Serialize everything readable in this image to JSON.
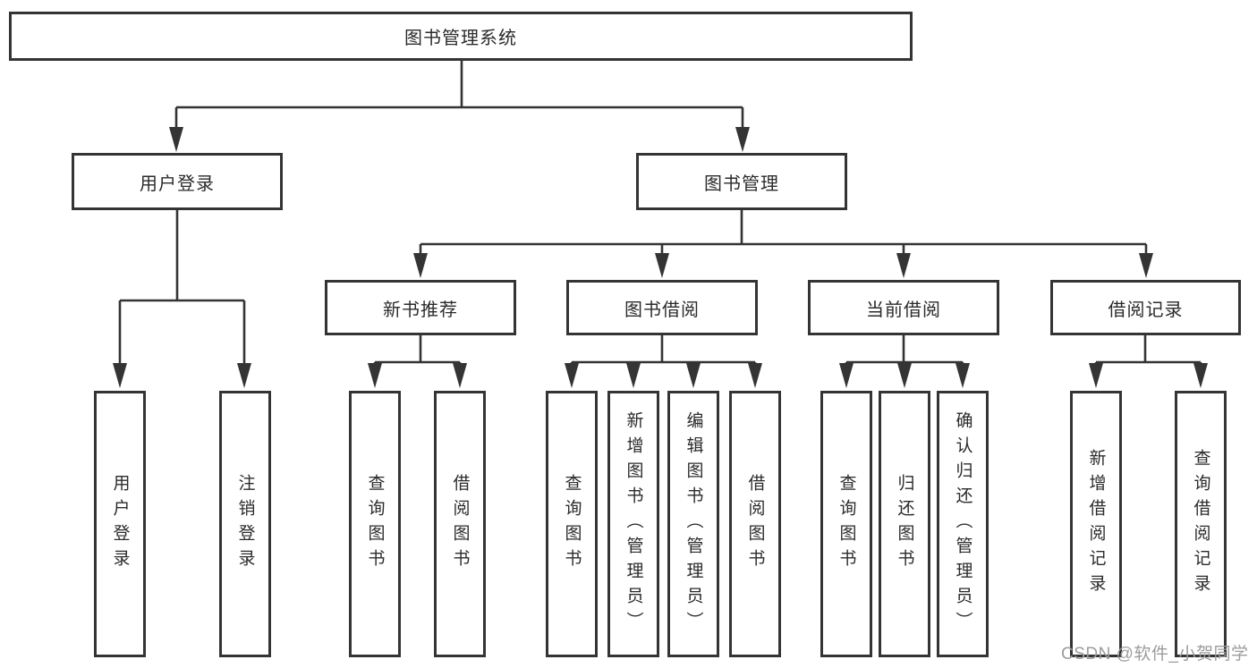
{
  "diagram": {
    "type": "hierarchy-tree",
    "title": "图书管理系统",
    "colors": {
      "line": "#343434",
      "text": "#2b2b2b",
      "box_background": "#ffffff",
      "watermark": "#9c9c9c",
      "page_background": "#ffffff"
    },
    "nodes": {
      "root": {
        "label": "图书管理系统"
      },
      "level2": [
        {
          "label": "用户登录",
          "parent": "图书管理系统"
        },
        {
          "label": "图书管理",
          "parent": "图书管理系统"
        }
      ],
      "level3": [
        {
          "label": "新书推荐",
          "parent": "图书管理"
        },
        {
          "label": "图书借阅",
          "parent": "图书管理"
        },
        {
          "label": "当前借阅",
          "parent": "图书管理"
        },
        {
          "label": "借阅记录",
          "parent": "图书管理"
        }
      ],
      "leaves": [
        {
          "label": "用户登录",
          "parent": "用户登录"
        },
        {
          "label": "注销登录",
          "parent": "用户登录"
        },
        {
          "label": "查询图书",
          "parent": "新书推荐"
        },
        {
          "label": "借阅图书",
          "parent": "新书推荐"
        },
        {
          "label": "查询图书",
          "parent": "图书借阅"
        },
        {
          "label": "新增图书（管理员）",
          "parent": "图书借阅"
        },
        {
          "label": "编辑图书（管理员）",
          "parent": "图书借阅"
        },
        {
          "label": "借阅图书",
          "parent": "图书借阅"
        },
        {
          "label": "查询图书",
          "parent": "当前借阅"
        },
        {
          "label": "归还图书",
          "parent": "当前借阅"
        },
        {
          "label": "确认归还（管理员）",
          "parent": "当前借阅"
        },
        {
          "label": "新增借阅记录",
          "parent": "借阅记录"
        },
        {
          "label": "查询借阅记录",
          "parent": "借阅记录"
        }
      ]
    },
    "watermark": {
      "text": "CSDN @软件_小贺同学"
    }
  }
}
